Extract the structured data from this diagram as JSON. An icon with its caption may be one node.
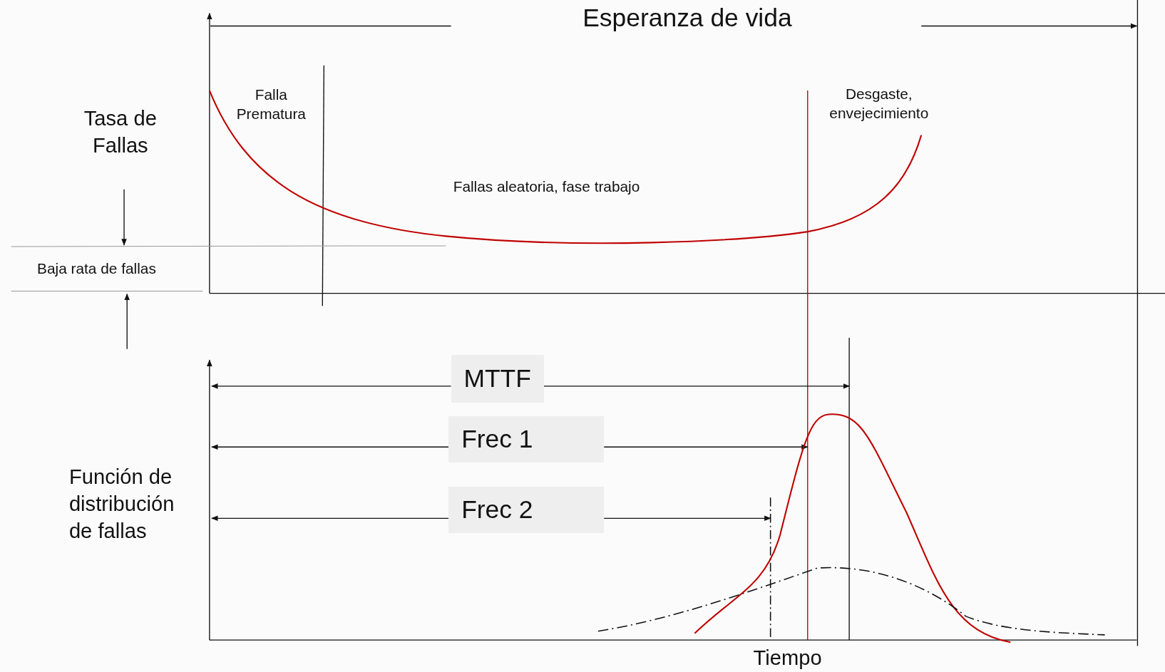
{
  "diagram": {
    "labels": [
      "Esperanza de vida",
      "Tasa de Fallas",
      "Falla Prematura",
      "Fallas aleatoria, fase trabajo",
      "Desgaste, envejecimiento",
      "Baja rata de fallas",
      "MTTF",
      "Frec 1",
      "Frec 2",
      "Función de distribución de fallas",
      "Tiempo"
    ]
  }
}
